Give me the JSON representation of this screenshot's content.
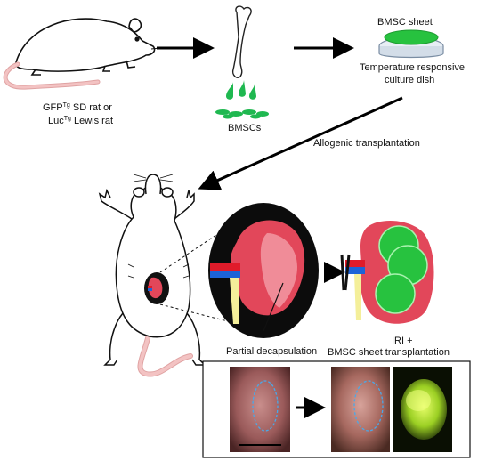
{
  "labels": {
    "source_line1": "GFP",
    "source_sup1": "Tg",
    "source_line1_rest": " SD rat or",
    "source_line2": "Luc",
    "source_sup2": "Tg",
    "source_line2_rest": " Lewis rat",
    "bmscs": "BMSCs",
    "sheet": "BMSC sheet",
    "dish_line1": "Temperature responsive",
    "dish_line2": "culture dish",
    "allogenic": "Allogenic  transplantation",
    "decapsulation": "Partial decapsulation",
    "iri_line1": "IRI +",
    "iri_line2": "BMSC sheet transplantation"
  },
  "colors": {
    "kidney": "#e2475a",
    "kidney_light": "#f08c98",
    "sheet_green": "#27c23f",
    "droplet_green": "#1fb850",
    "vessel_red": "#e01b2a",
    "vessel_blue": "#1d63d8",
    "ureter_yellow": "#f4ef9a",
    "rat_tail": "#f3c3c3",
    "photo_dashed": "#4aa8e8"
  },
  "icons": [
    "rat-icon",
    "femur-bone-icon",
    "droplet-icon",
    "cell-icon",
    "petri-dish-icon",
    "arrow-icon",
    "kidney-icon",
    "clamp-icon"
  ]
}
